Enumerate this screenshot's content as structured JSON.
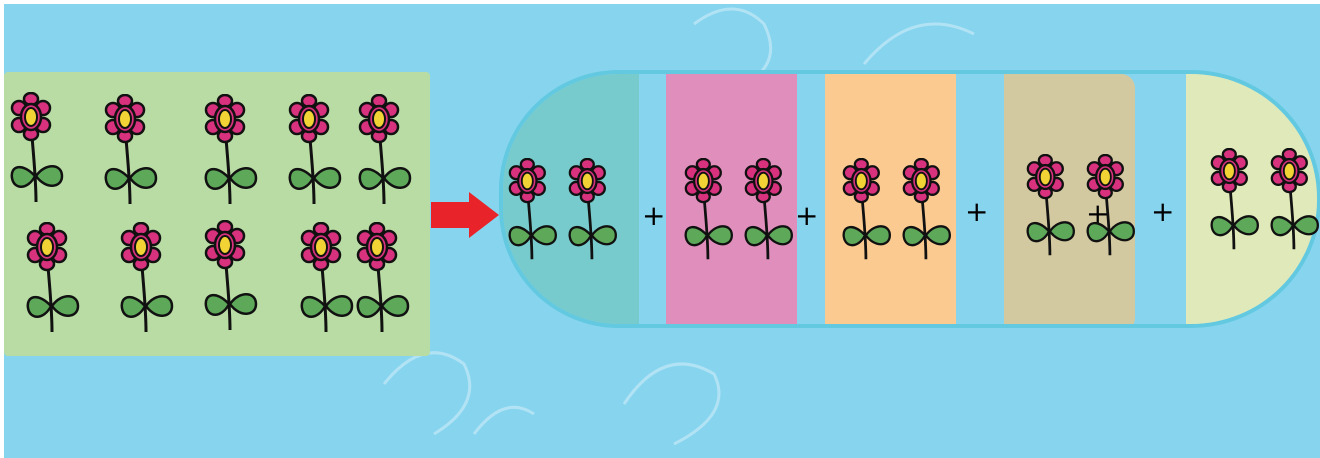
{
  "source_group": {
    "flower_count": 10
  },
  "arrow": {
    "color": "#e8242a"
  },
  "decomposition": {
    "operator": "+",
    "groups": [
      {
        "flower_count": 2,
        "color": "#77cbcc"
      },
      {
        "flower_count": 2,
        "color": "#e08fbd"
      },
      {
        "flower_count": 2,
        "color": "#fbca91"
      },
      {
        "flower_count": 2,
        "color": "#d3c9a0"
      },
      {
        "flower_count": 2,
        "color": "#dfe9b9"
      }
    ]
  },
  "colors": {
    "background": "#87d4ef",
    "source_panel": "#b8dca4",
    "pill_border": "#62c9e0",
    "petal": "#d8327f",
    "center": "#f2d335",
    "leaf": "#5ea85a"
  }
}
